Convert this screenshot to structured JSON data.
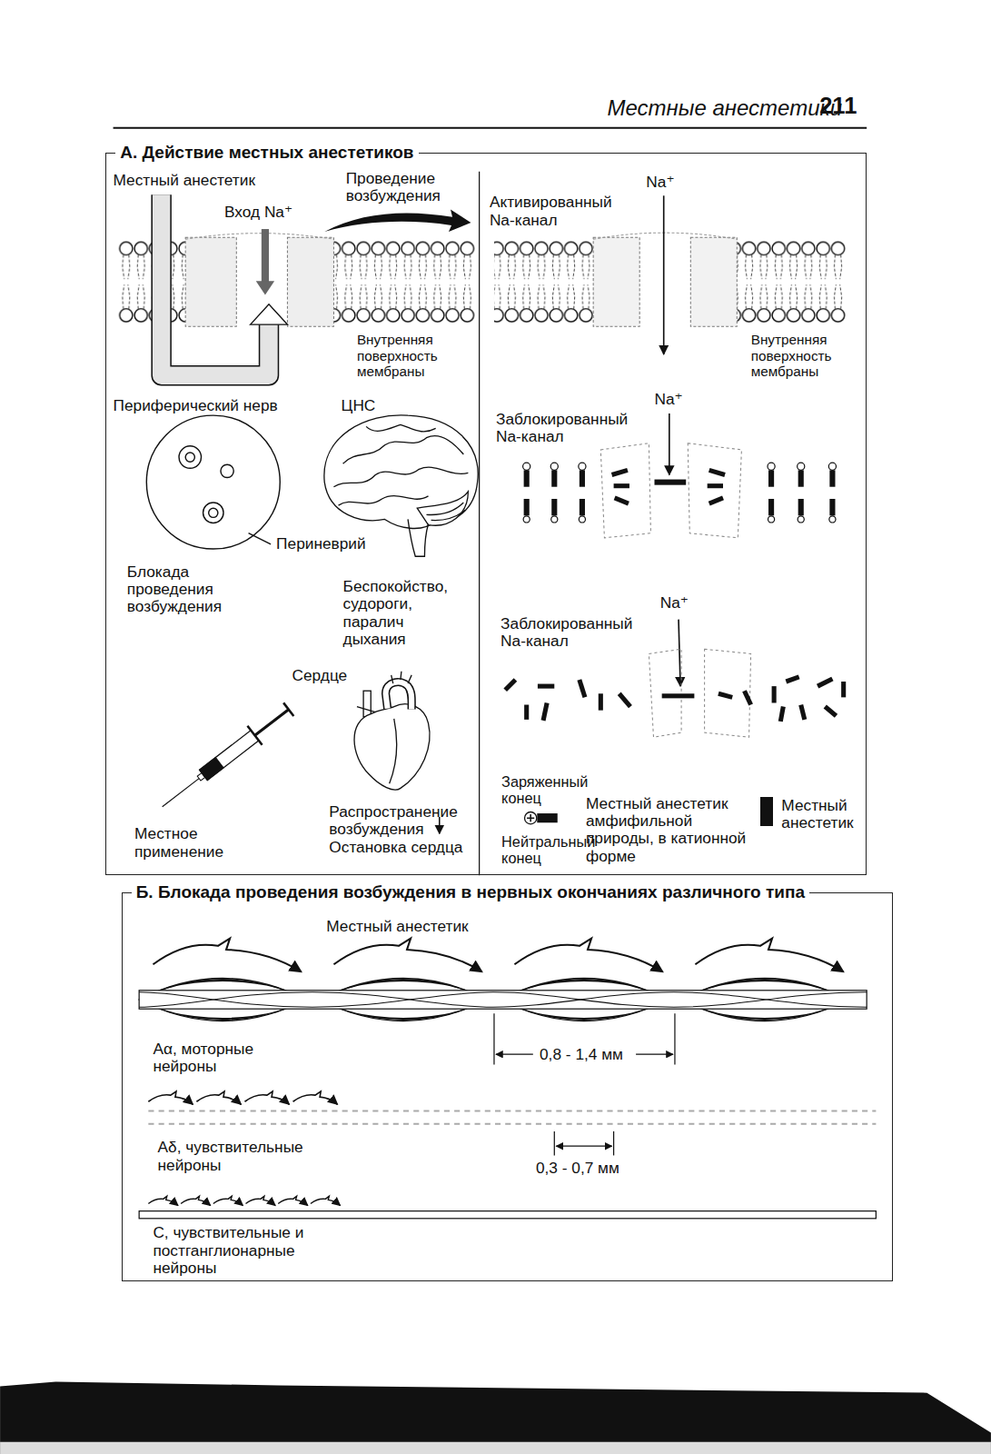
{
  "diagram": {
    "title": "Местные анестетики",
    "nodes": [
      {
        "text": [
          "А. Действие местных анестетиков"
        ]
      },
      {
        "text": [
          "Б. Блокада проведения возбуждения в нервных окончаниях различного типа"
        ]
      }
    ],
    "labels": [
      "211",
      "Местный анестетик",
      "Вход Na⁺",
      "Проведение возбуждения",
      "Внутренняя поверхность мембраны",
      "Na⁺",
      "Активированный Na-канал",
      "Внутренняя поверхность мембраны",
      "Периферический нерв",
      "ЦНС",
      "Na⁺",
      "Заблокированный Na-канал",
      "Периневрий",
      "Блокада проведения возбуждения",
      "Беспокойство, судороги, паралич дыхания",
      "Na⁺",
      "Заблокированный Na-канал",
      "Сердце",
      "Местное применение",
      "Распространение возбуждения",
      "Остановка сердца",
      "Заряженный конец",
      "Нейтральный конец",
      "Местный анестетик",
      "Aα, моторные нейроны",
      "0,8 - 1,4 мм",
      "Aδ, чувствительные нейроны",
      "0,3 - 0,7 мм",
      "C, чувствительные и постганглионарные нейроны"
    ],
    "legend": [
      {
        "text": "Местный анестетик амфифильной природы, в катионной форме"
      },
      {
        "text": "Местный анестетик",
        "color": "#111111"
      }
    ]
  }
}
